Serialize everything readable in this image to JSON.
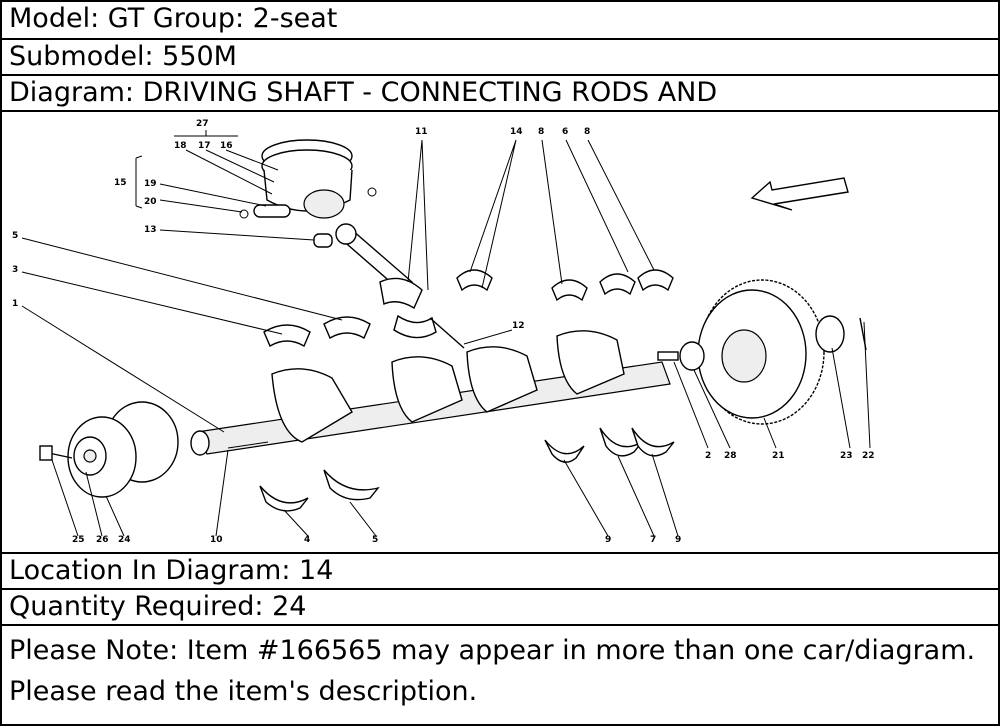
{
  "header": {
    "model_line": "Model: GT Group: 2-seat",
    "submodel_line": "Submodel: 550M",
    "diagram_line": "Diagram: DRIVING SHAFT - CONNECTING RODS AND"
  },
  "details": {
    "location_line": "Location In Diagram: 14",
    "quantity_line": "Quantity Required: 24",
    "note_text": "Please Note: Item #166565 may appear in more than one car/diagram. Please read the item's description."
  },
  "callouts": [
    {
      "id": "c27",
      "label": "27"
    },
    {
      "id": "c18",
      "label": "18"
    },
    {
      "id": "c17",
      "label": "17"
    },
    {
      "id": "c16",
      "label": "16"
    },
    {
      "id": "c15",
      "label": "15"
    },
    {
      "id": "c19",
      "label": "19"
    },
    {
      "id": "c20",
      "label": "20"
    },
    {
      "id": "c13",
      "label": "13"
    },
    {
      "id": "c5a",
      "label": "5"
    },
    {
      "id": "c3",
      "label": "3"
    },
    {
      "id": "c1",
      "label": "1"
    },
    {
      "id": "c11",
      "label": "11"
    },
    {
      "id": "c14",
      "label": "14"
    },
    {
      "id": "c8a",
      "label": "8"
    },
    {
      "id": "c6",
      "label": "6"
    },
    {
      "id": "c8b",
      "label": "8"
    },
    {
      "id": "c12",
      "label": "12"
    },
    {
      "id": "c2",
      "label": "2"
    },
    {
      "id": "c28",
      "label": "28"
    },
    {
      "id": "c21",
      "label": "21"
    },
    {
      "id": "c23",
      "label": "23"
    },
    {
      "id": "c22",
      "label": "22"
    },
    {
      "id": "c9a",
      "label": "9"
    },
    {
      "id": "c7",
      "label": "7"
    },
    {
      "id": "c9b",
      "label": "9"
    },
    {
      "id": "c25",
      "label": "25"
    },
    {
      "id": "c26",
      "label": "26"
    },
    {
      "id": "c24",
      "label": "24"
    },
    {
      "id": "c10",
      "label": "10"
    },
    {
      "id": "c4",
      "label": "4"
    },
    {
      "id": "c5b",
      "label": "5"
    }
  ]
}
